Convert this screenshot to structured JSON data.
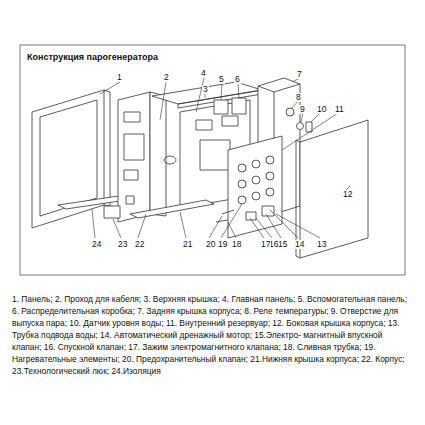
{
  "diagram": {
    "title": "Конструкция парогенератора",
    "caption": "1. Панель; 2. Проход для кабеля; 3. Верхняя крышка; 4. Главная панель; 5. Вспомогательная панель; 6. Распределительная коробка; 7. Задняя крышка корпуса; 8. Реле температуры; 9. Отверстие для выпуска пара; 10. Датчик уровня воды; 11. Внутренний резервуар; 12. Боковая крышка корпуса; 13. Трубка подвода воды; 14. Автоматический дренажный мотор; 15.Электро- магнитный впускной клапан; 16. Спускной клапан; 17. Зажим электромагнитного клапана; 18. Сливная трубка; 19. Нагревательные элементы; 20. Предохранительный клапан; 21.Нижняя крышка корпуса; 22. Корпус; 23.Технологический люк; 24.Изоляция",
    "labels": [
      "1",
      "2",
      "3",
      "4",
      "5",
      "6",
      "7",
      "8",
      "9",
      "10",
      "11",
      "12",
      "13",
      "14",
      "15",
      "16",
      "17",
      "18",
      "19",
      "20",
      "21",
      "22",
      "23",
      "24"
    ]
  }
}
